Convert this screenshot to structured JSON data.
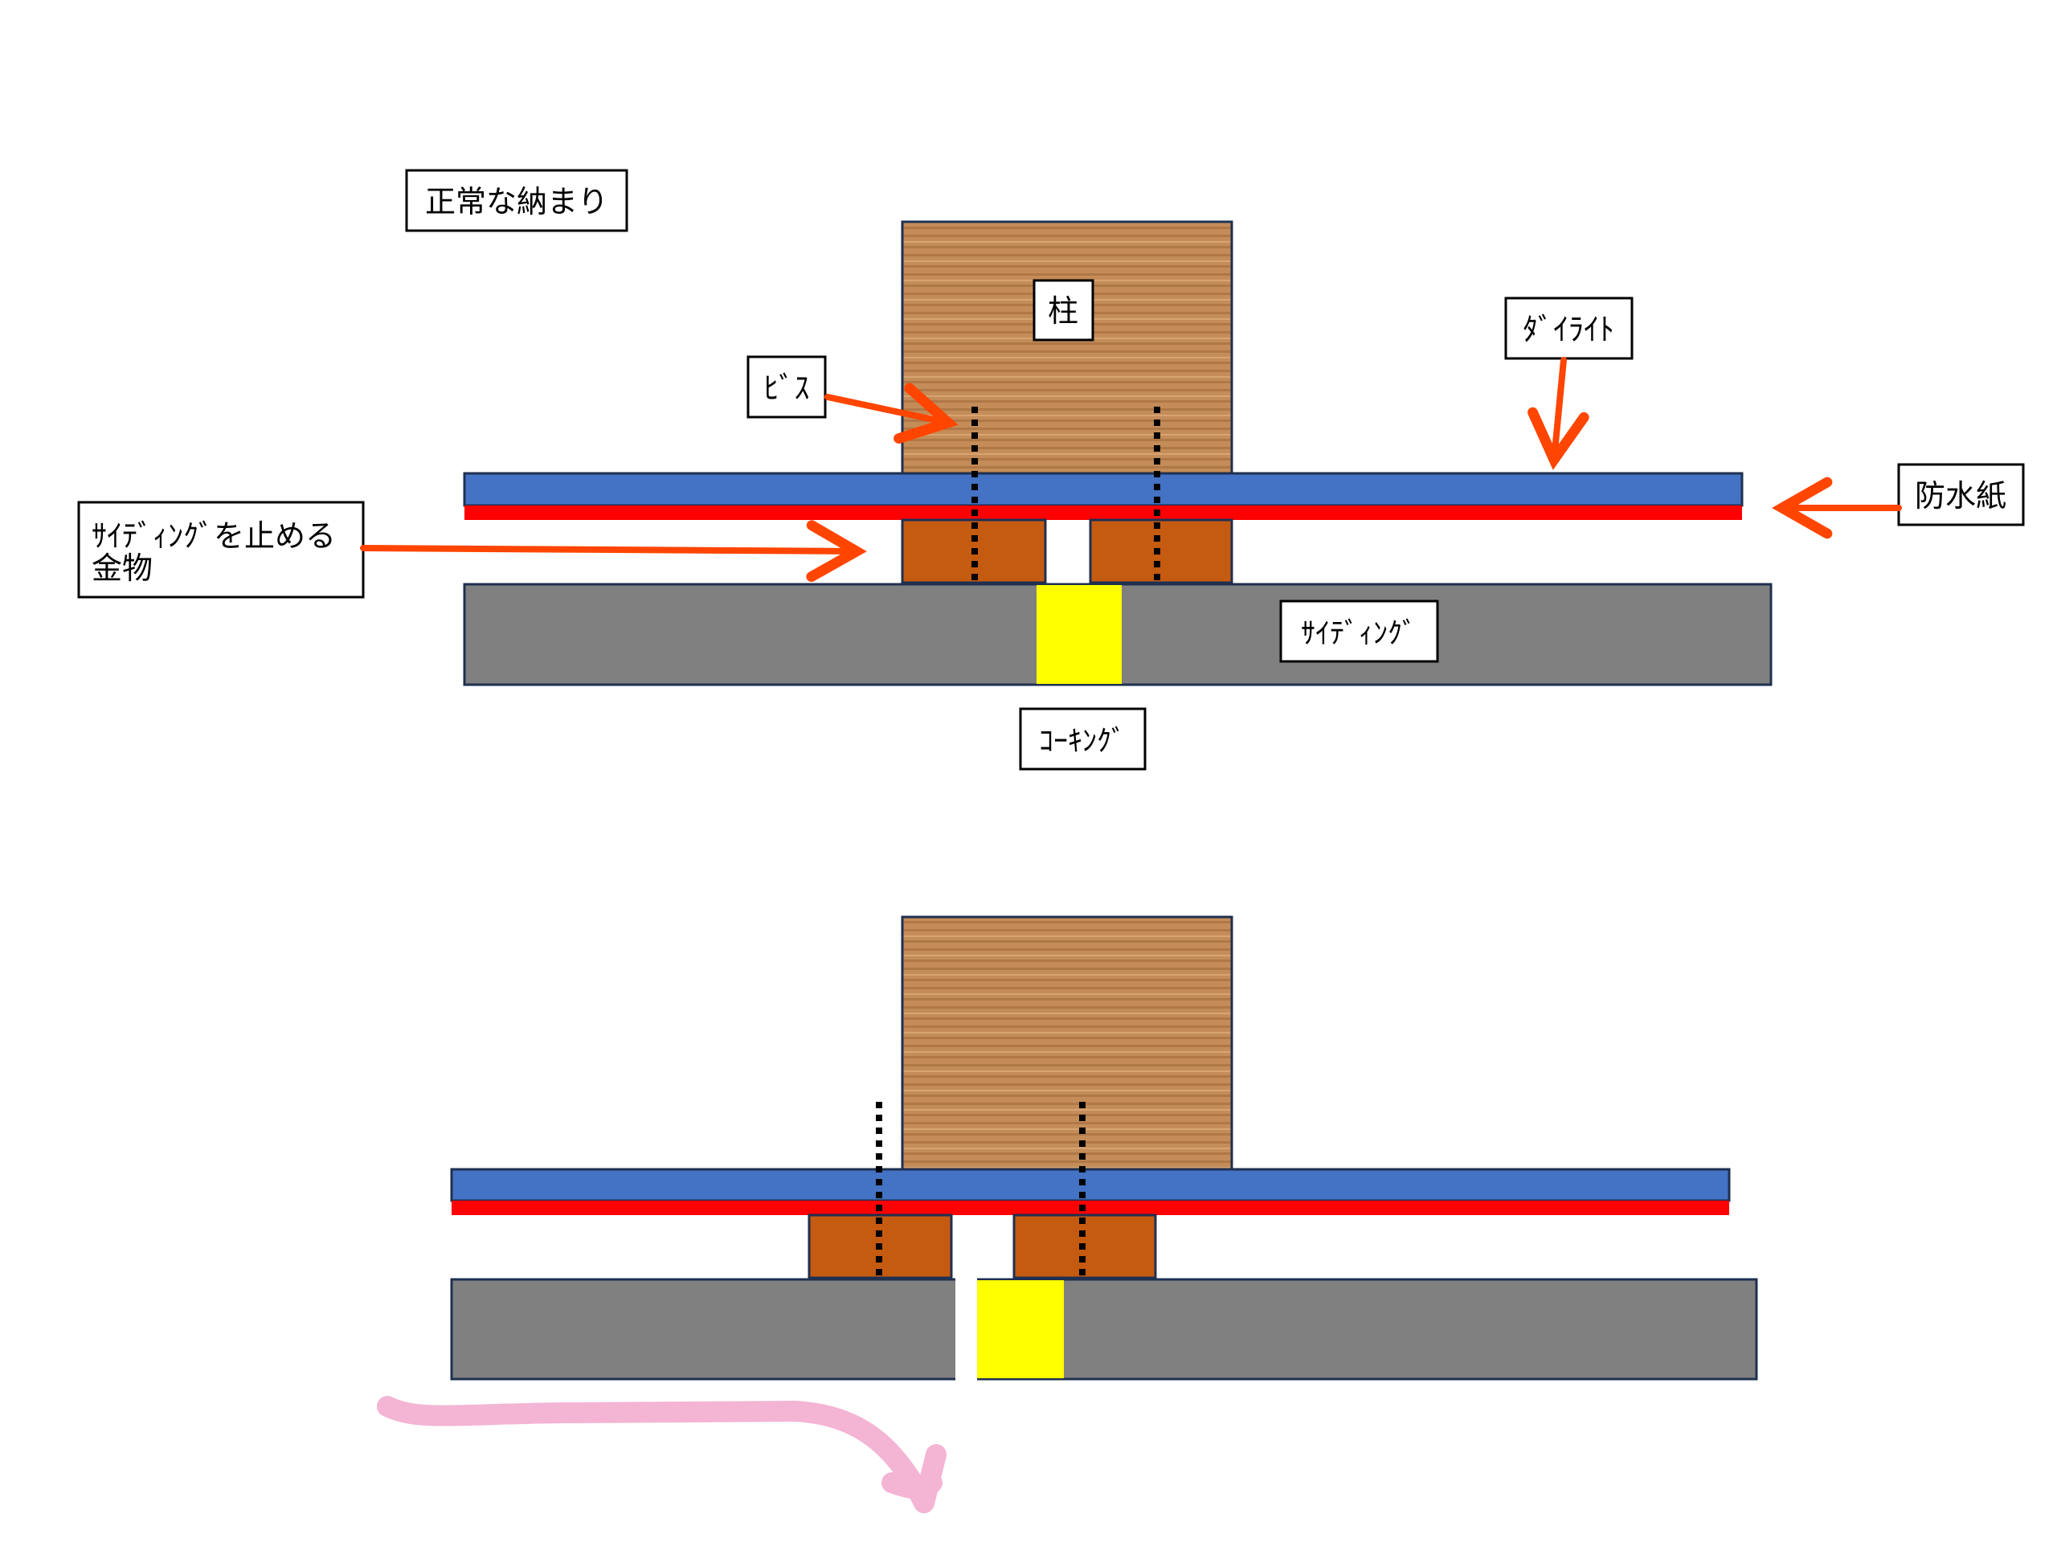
{
  "title": "正常な納まり",
  "labels": {
    "pillar": "柱",
    "screw": "ﾋﾞｽ",
    "dailite": "ﾀﾞｲﾗｲﾄ",
    "waterproof_paper": "防水紙",
    "bracket_line1": "ｻｲﾃﾞｨﾝｸﾞを止める",
    "bracket_line2": "金物",
    "siding": "ｻｲﾃﾞｨﾝｸﾞ",
    "caulking": "ｺｰｷﾝｸﾞ"
  },
  "colors": {
    "dailite": "#4472c4",
    "waterproof_paper": "#ff0000",
    "bracket": "#c55a11",
    "siding": "#808080",
    "caulking": "#ffff00",
    "arrow": "#ff4500",
    "pink_arrow": "#f4b4d4",
    "wood": "#c8905a"
  }
}
